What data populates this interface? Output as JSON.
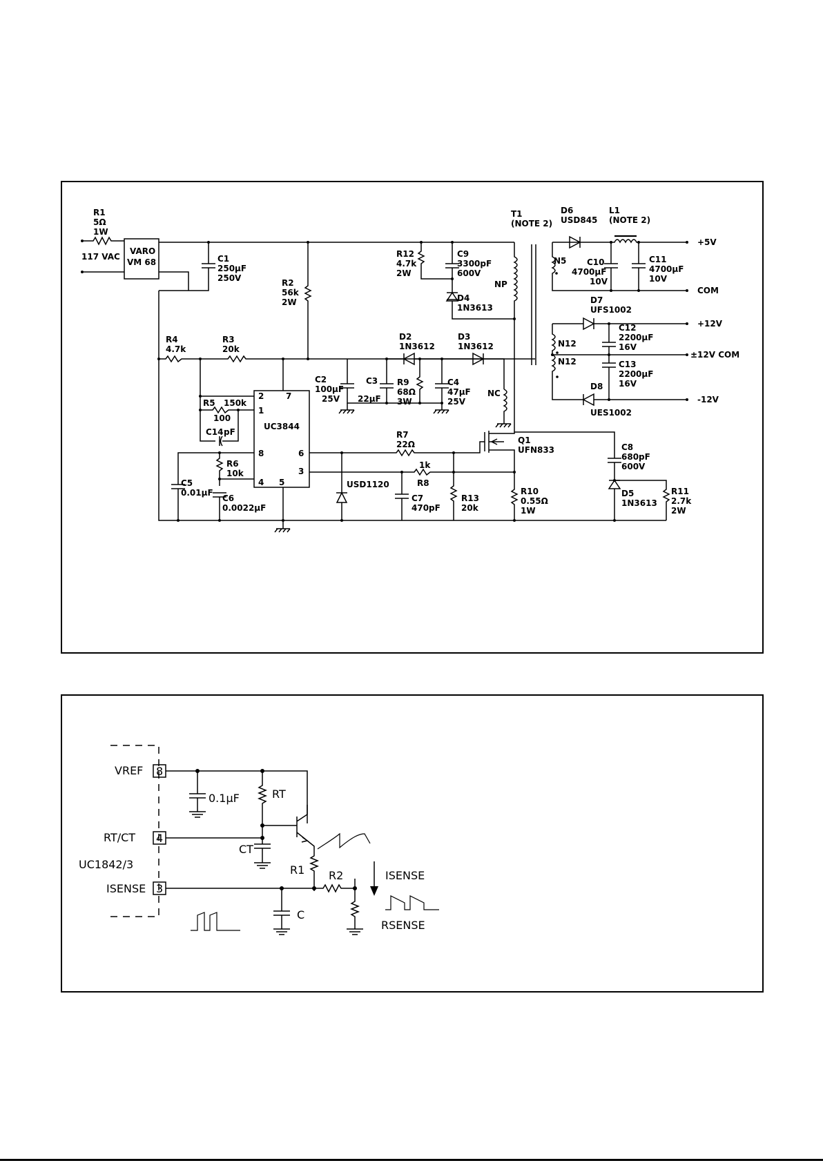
{
  "figure1": {
    "labels": {
      "R1": [
        "R1",
        "5Ω",
        "1W"
      ],
      "ac_in": "117 VAC",
      "bridge": [
        "VARO",
        "VM 68"
      ],
      "C1": [
        "C1",
        "250µF",
        "250V"
      ],
      "R2": [
        "R2",
        "56k",
        "2W"
      ],
      "R3": [
        "R3",
        "20k"
      ],
      "R4": [
        "R4",
        "4.7k"
      ],
      "R5": [
        "R5",
        "150k"
      ],
      "R5b": "100",
      "C14": [
        "C14",
        "pF"
      ],
      "R6": [
        "R6",
        "10k"
      ],
      "C5": [
        "C5",
        "0.01µF"
      ],
      "C6": [
        "C6",
        "0.0022µF"
      ],
      "ic": "UC3844",
      "ic_pins": [
        "2",
        "7",
        "1",
        "8",
        "6",
        "3",
        "4",
        "5"
      ],
      "C2": [
        "C2",
        "100µF",
        "25V"
      ],
      "C3": [
        "C3",
        "22µF"
      ],
      "D2": [
        "D2",
        "1N3612"
      ],
      "R9": [
        "R9",
        "68Ω",
        "3W"
      ],
      "C4": [
        "C4",
        "47µF",
        "25V"
      ],
      "D3": [
        "D3",
        "1N3612"
      ],
      "NC": "NC",
      "R7": [
        "R7",
        "22Ω"
      ],
      "R8": [
        "1k",
        "R8"
      ],
      "USD1120": "USD1120",
      "C7": [
        "C7",
        "470pF"
      ],
      "R13": [
        "R13",
        "20k"
      ],
      "R12": [
        "R12",
        "4.7k",
        "2W"
      ],
      "C9": [
        "C9",
        "3300pF",
        "600V"
      ],
      "D4": [
        "D4",
        "1N3613"
      ],
      "NP": "NP",
      "Q1": [
        "Q1",
        "UFN833"
      ],
      "R10": [
        "R10",
        "0.55Ω",
        "1W"
      ],
      "T1": [
        "T1",
        "(NOTE 2)"
      ],
      "D6": [
        "D6",
        "USD845"
      ],
      "L1": [
        "L1",
        "(NOTE 2)"
      ],
      "N5": "N5",
      "C10": [
        "C10",
        "4700µF",
        "10V"
      ],
      "C11": [
        "C11",
        "4700µF",
        "10V"
      ],
      "out_5v": "+5V",
      "com": "COM",
      "D7": [
        "D7",
        "UFS1002"
      ],
      "C12": [
        "C12",
        "2200µF",
        "16V"
      ],
      "out_12v": "+12V",
      "N12a": "N12",
      "N12b": "N12",
      "com12": "±12V  COM",
      "C13": [
        "C13",
        "2200µF",
        "16V"
      ],
      "out_m12v": "-12V",
      "D8": [
        "D8",
        "UES1002"
      ],
      "C8": [
        "C8",
        "680pF",
        "600V"
      ],
      "D5": [
        "D5",
        "1N3613"
      ],
      "R11": [
        "R11",
        "2.7k",
        "2W"
      ]
    }
  },
  "figure2": {
    "labels": {
      "vref": "VREF",
      "pin8": "8",
      "rtct": "RT/CT",
      "pin4": "4",
      "chip": "UC1842/3",
      "isense_pin": "ISENSE",
      "pin3": "3",
      "cap01": "0.1µF",
      "RT": "RT",
      "CT": "CT",
      "R1": "R1",
      "R2": "R2",
      "C": "C",
      "isense": "ISENSE",
      "rsense": "RSENSE"
    }
  }
}
